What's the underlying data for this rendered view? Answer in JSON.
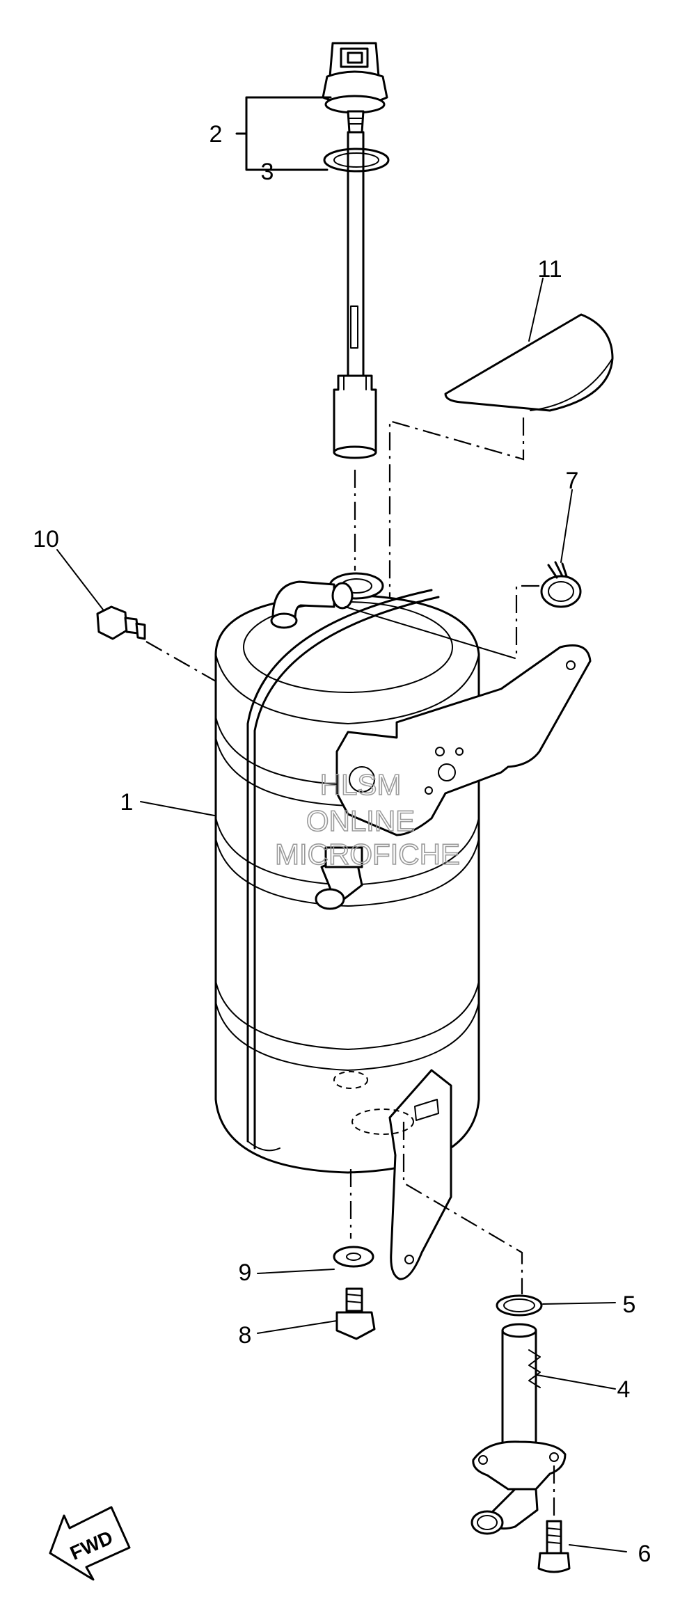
{
  "callouts": [
    {
      "id": "c1",
      "label": "1"
    },
    {
      "id": "c2",
      "label": "2"
    },
    {
      "id": "c3",
      "label": "3"
    },
    {
      "id": "c4",
      "label": "4"
    },
    {
      "id": "c5",
      "label": "5"
    },
    {
      "id": "c6",
      "label": "6"
    },
    {
      "id": "c7",
      "label": "7"
    },
    {
      "id": "c8",
      "label": "8"
    },
    {
      "id": "c9",
      "label": "9"
    },
    {
      "id": "c10",
      "label": "10"
    },
    {
      "id": "c11",
      "label": "11"
    }
  ],
  "watermark": {
    "line1": "HLSM",
    "line2": "ONLINE",
    "line3": "MICROFICHE"
  },
  "direction_arrow": {
    "label": "FWD"
  }
}
